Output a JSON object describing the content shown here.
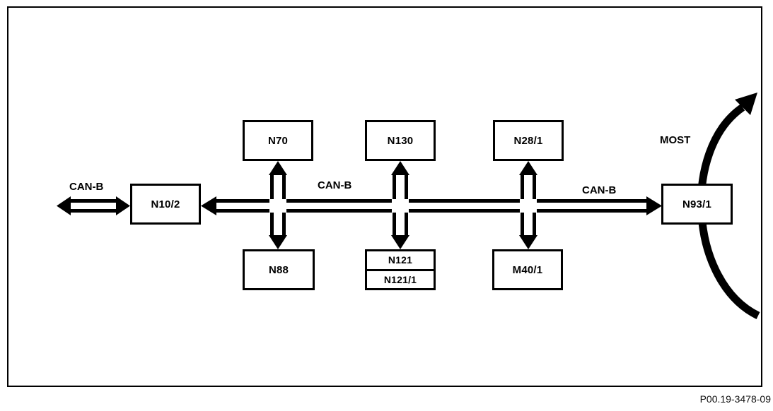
{
  "diagram": {
    "reference": "P00.19-3478-09",
    "bus": {
      "label_left": "CAN-B",
      "label_middle": "CAN-B",
      "label_right": "CAN-B"
    },
    "ring": {
      "label": "MOST"
    },
    "nodes": {
      "gateway_left": "N10/2",
      "top_1": "N70",
      "top_2": "N130",
      "top_3": "N28/1",
      "bottom_1": "N88",
      "bottom_2a": "N121",
      "bottom_2b": "N121/1",
      "bottom_3": "M40/1",
      "gateway_right": "N93/1"
    },
    "colors": {
      "line": "#000000",
      "background": "#ffffff"
    }
  }
}
